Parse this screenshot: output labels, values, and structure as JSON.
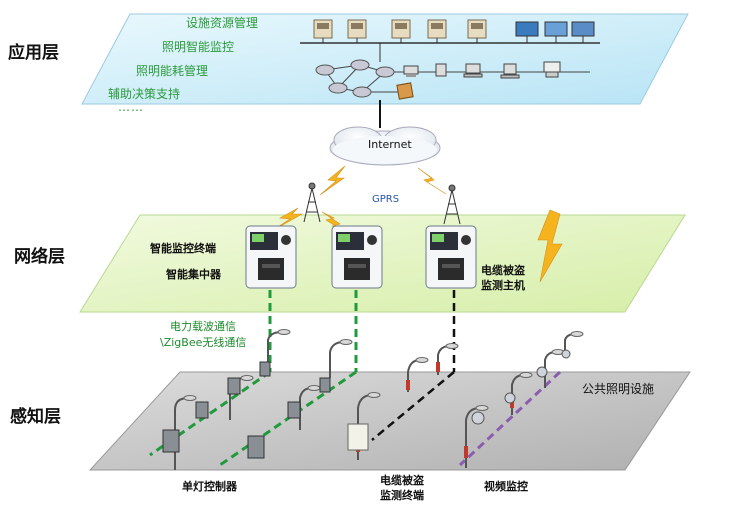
{
  "layers": {
    "application": "应用层",
    "network": "网络层",
    "perception": "感知层"
  },
  "application_items": [
    "设施资源管理",
    "照明智能监控",
    "照明能耗管理",
    "辅助决策支持"
  ],
  "application_more": "……",
  "internet_label": "Internet",
  "gprs_label": "GPRS",
  "network_labels": {
    "terminal": "智能监控终端",
    "concentrator": "智能集中器",
    "cable_host_line1": "电缆被盗",
    "cable_host_line2": "监测主机"
  },
  "comm_labels": {
    "line1": "电力载波通信",
    "line2": "\\ZigBee无线通信"
  },
  "perception_labels": {
    "public_lighting": "公共照明设施",
    "single_lamp": "单灯控制器",
    "cable_terminal_line1": "电缆被盗",
    "cable_terminal_line2": "监测终端",
    "video": "视频监控"
  },
  "colors": {
    "app_plane": "#cdeefa",
    "net_plane": "#e6f5c6",
    "ground_plane": "#c4c4c4",
    "green_dash": "#1f9a3c",
    "purple_dash": "#8a5db0",
    "lightning": "#f5b31e"
  }
}
